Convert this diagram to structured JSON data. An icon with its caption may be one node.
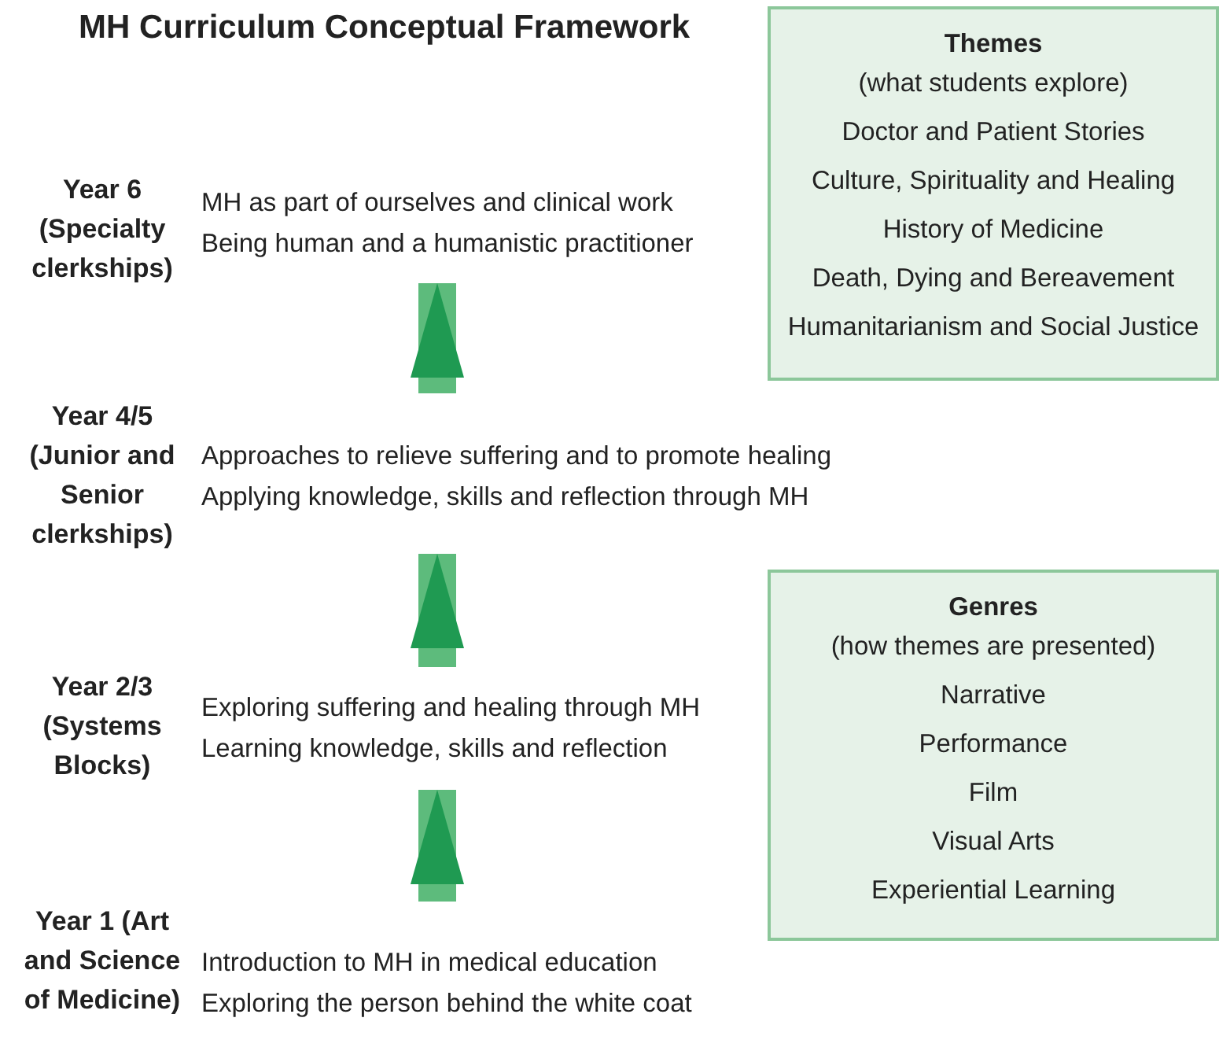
{
  "diagram": {
    "title": "MH Curriculum Conceptual Framework",
    "nodes": [
      {
        "text": [
          "Year 6 (Specialty clerkships)",
          "MH as part of ourselves and clinical work",
          "Being human and a humanistic practitioner"
        ]
      },
      {
        "text": [
          "Year 4/5 (Junior and Senior clerkships)",
          "Approaches to relieve suffering and to promote healing",
          "Applying knowledge, skills and reflection through MH"
        ]
      },
      {
        "text": [
          "Year 2/3 (Systems Blocks)",
          "Exploring suffering and healing through MH",
          "Learning knowledge, skills and reflection"
        ]
      },
      {
        "text": [
          "Year 1 (Art and Science of Medicine)",
          "Introduction to MH in medical education",
          "Exploring the person behind the white coat"
        ]
      },
      {
        "text": [
          "Themes",
          "(what students explore)",
          "Doctor and Patient Stories",
          "Culture, Spirituality and Healing",
          "History of Medicine",
          "Death, Dying and Bereavement",
          "Humanitarianism and Social Justice"
        ]
      },
      {
        "text": [
          "Genres",
          "(how themes are presented)",
          "Narrative",
          "Performance",
          "Film",
          "Visual Arts",
          "Experiential Learning"
        ]
      }
    ],
    "edges": [
      {
        "from": 3,
        "to": 2,
        "arrow": "to"
      },
      {
        "from": 2,
        "to": 1,
        "arrow": "to"
      },
      {
        "from": 1,
        "to": 0,
        "arrow": "to"
      }
    ]
  }
}
